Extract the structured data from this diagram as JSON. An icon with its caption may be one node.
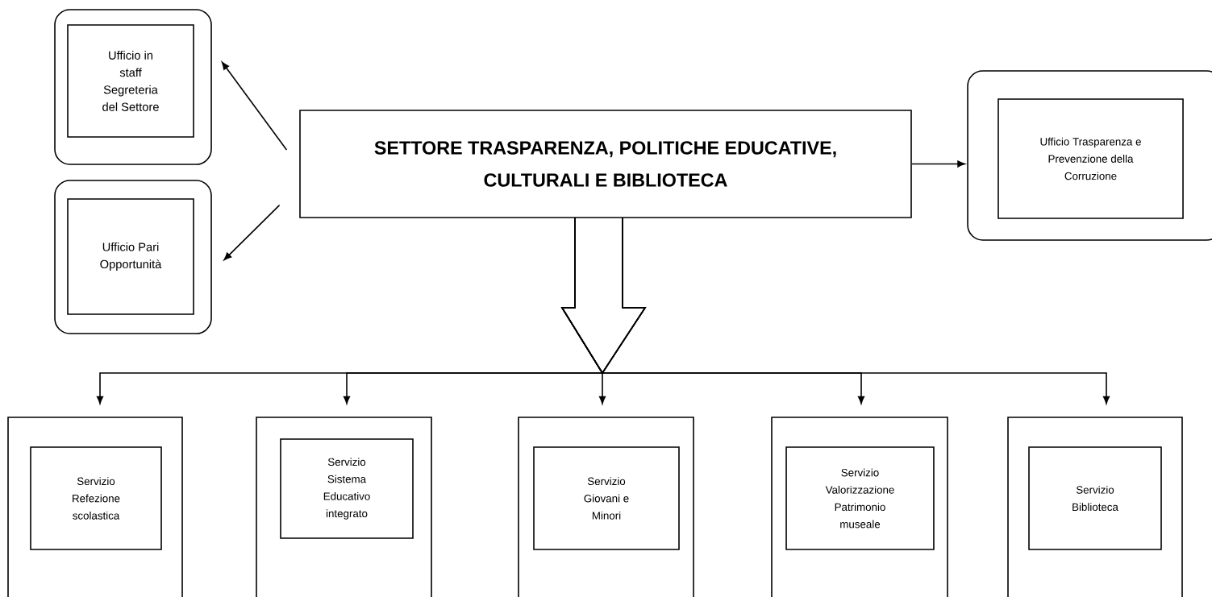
{
  "diagram": {
    "nodes": [
      {
        "text": [],
        "shape": "box"
      },
      {
        "text": [
          "Ufficio in staff Segreteria del Settore"
        ],
        "in": 0
      },
      {
        "text": [
          "SETTORE TRASPARENZA, POLITICHE EDUCATIVE, CULTURALI E BIBLIOTECA"
        ]
      },
      {
        "text": [],
        "shape": "box"
      },
      {
        "text": [
          "Ufficio Trasparenza e Prevenzione della Corruzione"
        ],
        "in": 3
      },
      {
        "text": [],
        "shape": "box"
      },
      {
        "text": [
          "Ufficio Pari Opportunità"
        ],
        "in": 5
      },
      {
        "text": [],
        "shape": "box"
      },
      {
        "text": [
          "Servizio Refezione scolastica"
        ],
        "in": 7
      },
      {
        "text": [],
        "shape": "box"
      },
      {
        "text": [
          "Servizio Sistema Educativo integrato"
        ],
        "in": 9
      },
      {
        "text": [],
        "shape": "box"
      },
      {
        "text": [
          "Servizio Giovani e Minori"
        ],
        "in": 11
      },
      {
        "text": [],
        "shape": "box"
      },
      {
        "text": [
          "Servizio Valorizzazione Patrimonio museale"
        ],
        "in": 13
      },
      {
        "text": [],
        "shape": "box"
      },
      {
        "text": [
          "Servizio Biblioteca"
        ],
        "in": 15
      }
    ],
    "edges": [
      {
        "from": 2,
        "to": 0,
        "arrow": "to"
      },
      {
        "from": 2,
        "to": 5,
        "arrow": "to"
      },
      {
        "from": 2,
        "to": 3,
        "arrow": "to"
      },
      {
        "from": 2,
        "to": 7,
        "arrow": "to"
      },
      {
        "from": 2,
        "to": 9,
        "arrow": "to"
      },
      {
        "from": 2,
        "to": 11,
        "arrow": "to"
      },
      {
        "from": 2,
        "to": 13,
        "arrow": "to"
      },
      {
        "from": 2,
        "to": 15,
        "arrow": "to"
      }
    ]
  }
}
